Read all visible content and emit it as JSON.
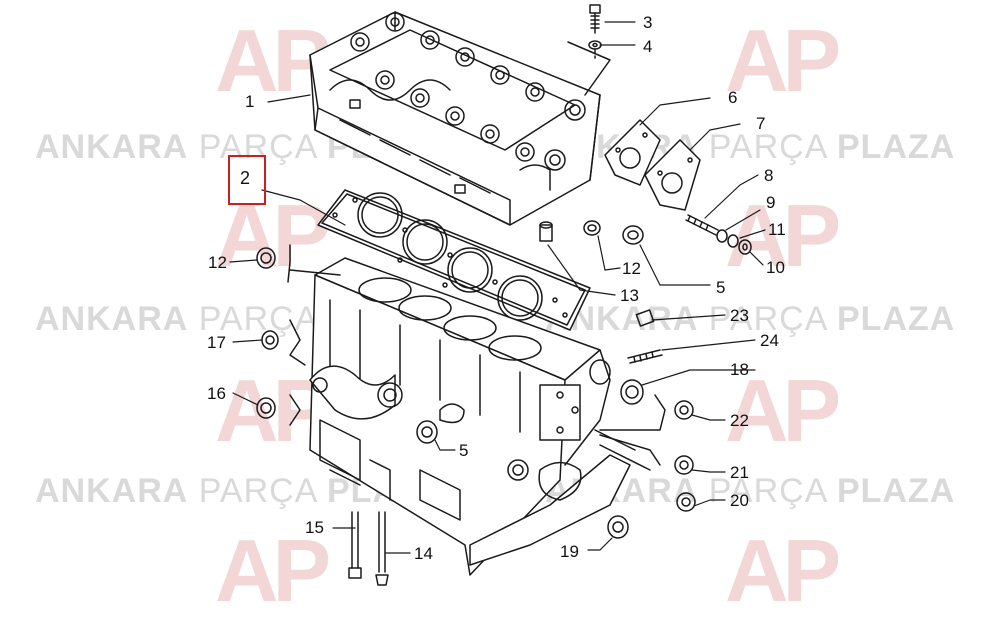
{
  "watermark": {
    "brand": "ANKARA",
    "middle": "PARÇA",
    "suffix": "PLAZA",
    "logo": "AP"
  },
  "highlighted_callout": "2",
  "callouts": [
    {
      "id": "c1",
      "text": "1"
    },
    {
      "id": "c2",
      "text": "2"
    },
    {
      "id": "c3",
      "text": "3"
    },
    {
      "id": "c4",
      "text": "4"
    },
    {
      "id": "c5a",
      "text": "5"
    },
    {
      "id": "c5b",
      "text": "5"
    },
    {
      "id": "c6",
      "text": "6"
    },
    {
      "id": "c7",
      "text": "7"
    },
    {
      "id": "c8",
      "text": "8"
    },
    {
      "id": "c9",
      "text": "9"
    },
    {
      "id": "c10",
      "text": "10"
    },
    {
      "id": "c11",
      "text": "11"
    },
    {
      "id": "c12a",
      "text": "12"
    },
    {
      "id": "c12b",
      "text": "12"
    },
    {
      "id": "c13",
      "text": "13"
    },
    {
      "id": "c14",
      "text": "14"
    },
    {
      "id": "c15",
      "text": "15"
    },
    {
      "id": "c16",
      "text": "16"
    },
    {
      "id": "c17",
      "text": "17"
    },
    {
      "id": "c18",
      "text": "18"
    },
    {
      "id": "c19",
      "text": "19"
    },
    {
      "id": "c20",
      "text": "20"
    },
    {
      "id": "c21",
      "text": "21"
    },
    {
      "id": "c22",
      "text": "22"
    },
    {
      "id": "c23",
      "text": "23"
    },
    {
      "id": "c24",
      "text": "24"
    }
  ],
  "colors": {
    "line": "#1a1a1a",
    "highlight": "#cc1f1f",
    "watermark": "#d9d9d9",
    "logo": "#f3d6d6"
  }
}
